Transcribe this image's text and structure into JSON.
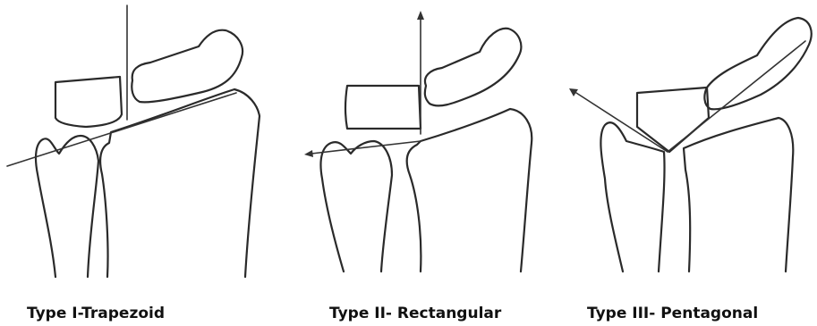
{
  "figure": {
    "panels": [
      {
        "label": "Type I-Trapezoid"
      },
      {
        "label": "Type II- Rectangular"
      },
      {
        "label": "Type III- Pentagonal"
      }
    ]
  }
}
